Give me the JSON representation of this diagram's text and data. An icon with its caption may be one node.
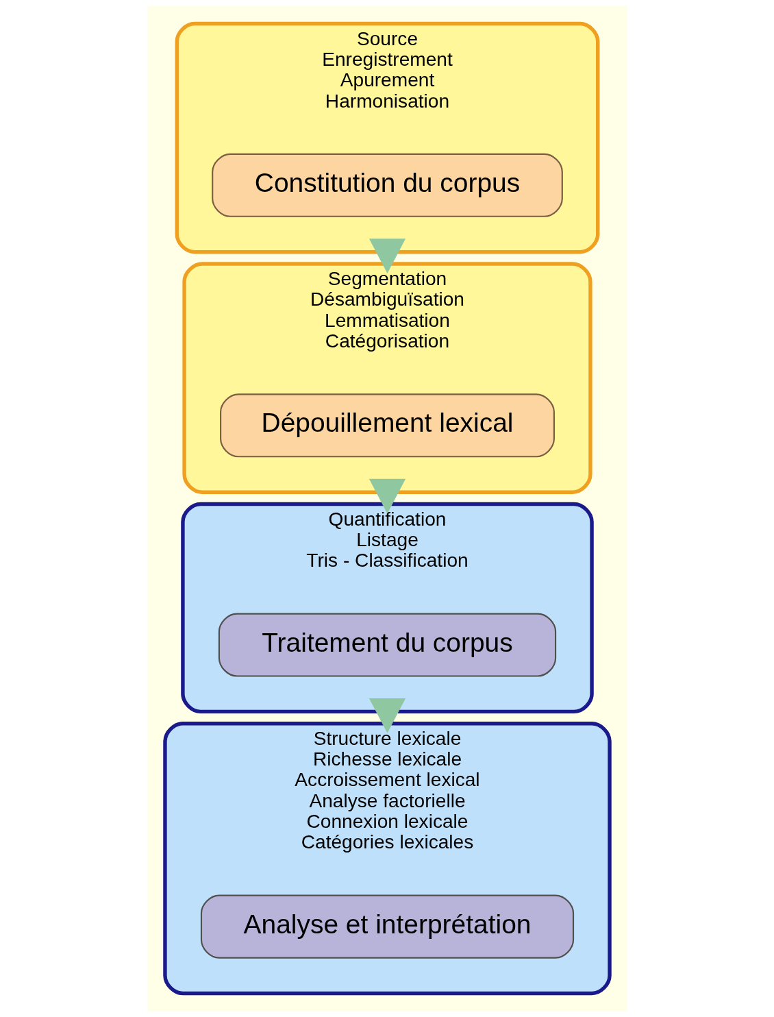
{
  "diagram": {
    "nodes": [
      {
        "text": [
          "Source",
          "Enregistrement",
          "Apurement",
          "Harmonisation"
        ]
      },
      {
        "text": [
          "Constitution du corpus"
        ],
        "in": 0
      },
      {
        "text": [
          "Segmentation",
          "Désambiguïsation",
          "Lemmatisation",
          "Catégorisation"
        ]
      },
      {
        "text": [
          "Dépouillement lexical"
        ],
        "in": 2
      },
      {
        "text": [
          "Quantification",
          "Listage",
          "Tris - Classification"
        ]
      },
      {
        "text": [
          "Traitement du corpus"
        ],
        "in": 4
      },
      {
        "text": [
          "Structure lexicale",
          "Richesse lexicale",
          "Accroissement lexical",
          "Analyse factorielle",
          "Connexion lexicale",
          "Catégories lexicales"
        ]
      },
      {
        "text": [
          "Analyse et interprétation"
        ],
        "in": 6
      }
    ],
    "edges": [
      {
        "from": 0,
        "to": 2,
        "arrow": "to",
        "style": "thick"
      },
      {
        "from": 2,
        "to": 4,
        "arrow": "to",
        "style": "thick"
      },
      {
        "from": 4,
        "to": 6,
        "arrow": "to",
        "style": "thick"
      }
    ]
  }
}
